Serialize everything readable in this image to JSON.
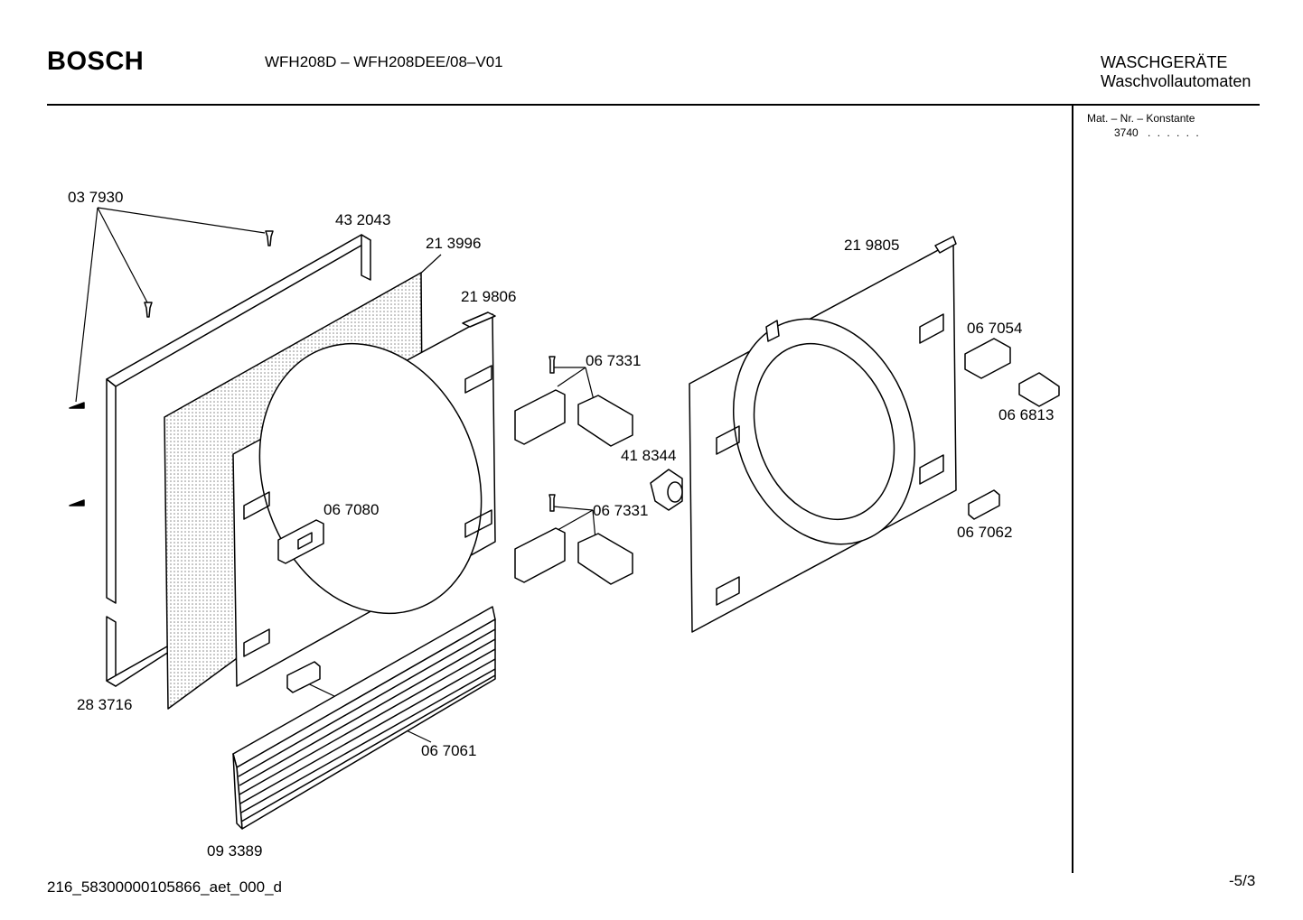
{
  "header": {
    "brand": "BOSCH",
    "model": "WFH208D – WFH208DEE/08–V01",
    "category_line1": "WASCHGERÄTE",
    "category_line2": "Waschvollautomaten"
  },
  "side_panel": {
    "heading": "Mat. – Nr. – Konstante",
    "value": "3740",
    "dots": ". .   . . . ."
  },
  "footer": {
    "doc_id": "216_58300000105866_aet_000_d",
    "page": "-5/3"
  },
  "parts": {
    "p037930": "03 7930",
    "p432043": "43 2043",
    "p213996": "21 3996",
    "p219806": "21 9806",
    "p219805": "21 9805",
    "p067331a": "06 7331",
    "p067331b": "06 7331",
    "p418344": "41 8344",
    "p067054": "06 7054",
    "p066813": "06 6813",
    "p067080": "06 7080",
    "p067062": "06 7062",
    "p283716": "28 3716",
    "p067061": "06 7061",
    "p093389": "09 3389"
  }
}
